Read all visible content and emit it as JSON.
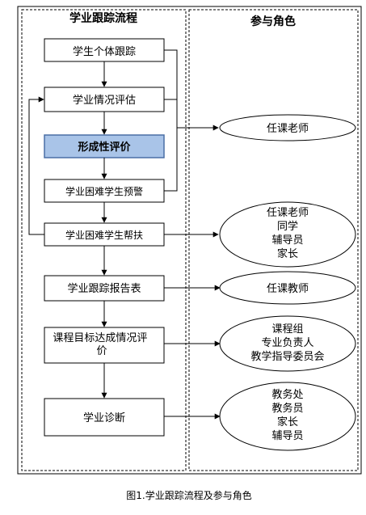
{
  "headers": {
    "left": "学业跟踪流程",
    "right": "参与角色"
  },
  "process": [
    {
      "id": "p1",
      "label": "学生个体跟踪"
    },
    {
      "id": "p2",
      "label": "学业情况评估"
    },
    {
      "id": "p3",
      "label": "形成性评价"
    },
    {
      "id": "p4",
      "label": "学业困难学生预警"
    },
    {
      "id": "p5",
      "label": "学业困难学生帮扶"
    },
    {
      "id": "p6",
      "label": "学业跟踪报告表"
    },
    {
      "id": "p7",
      "label": "课程目标达成情况评价"
    },
    {
      "id": "p8",
      "label": "学业诊断"
    }
  ],
  "roles": [
    {
      "id": "r1",
      "lines": [
        "任课老师"
      ]
    },
    {
      "id": "r2",
      "lines": [
        "任课老师",
        "同学",
        "辅导员",
        "家长"
      ]
    },
    {
      "id": "r3",
      "lines": [
        "任课教师"
      ]
    },
    {
      "id": "r4",
      "lines": [
        "课程组",
        "专业负责人",
        "教学指导委员会"
      ]
    },
    {
      "id": "r5",
      "lines": [
        "教务处",
        "教务员",
        "家长",
        "辅导员"
      ]
    }
  ],
  "caption": "图1.学业跟踪流程及参与角色",
  "colors": {
    "highlight_fill": "#a9c4e8",
    "highlight_border": "#4a6fa5",
    "line": "#000000"
  }
}
